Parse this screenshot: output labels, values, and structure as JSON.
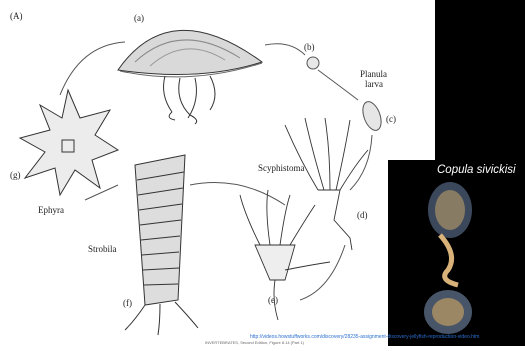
{
  "figure": {
    "panel_label": "(A)",
    "stages": {
      "a": "(a)",
      "b": "(b)",
      "c": "(c)",
      "d": "(d)",
      "e": "(e)",
      "f": "(f)",
      "g": "(g)"
    },
    "names": {
      "planula": "Planula",
      "larva": "larva",
      "scyphistoma": "Scyphistoma",
      "strobila": "Strobila",
      "ephyra": "Ephyra"
    }
  },
  "photo": {
    "caption": "Copula sivickisi"
  },
  "source": {
    "url": "http://videos.howstuffworks.com/discovery/28235-assignment-discovery-jellyfish-reproduction-video.htm",
    "credit": "INVERTEBRATES, Second Edition, Figure 8.14 (Part 1)"
  },
  "colors": {
    "photo_background": "#000000",
    "caption_text": "#ffffff",
    "link": "#2b6fcf"
  }
}
